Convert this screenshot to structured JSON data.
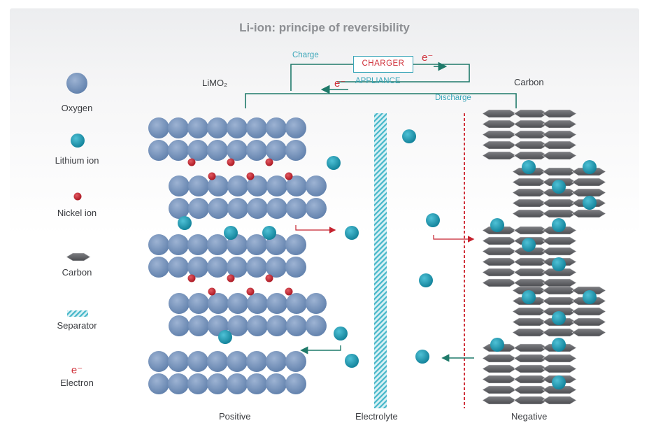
{
  "title": "Li-ion: principe of reversibility",
  "legend": [
    {
      "label": "Oxygen",
      "icon": "oxygen-atom-icon"
    },
    {
      "label": "Lithium ion",
      "icon": "lithium-ion-icon"
    },
    {
      "label": "Nickel ion",
      "icon": "nickel-ion-icon"
    },
    {
      "label": "Carbon",
      "icon": "carbon-hexagon-icon"
    },
    {
      "label": "Separator",
      "icon": "separator-hatch-icon"
    },
    {
      "label": "Electron",
      "icon": "electron-icon"
    }
  ],
  "electron_symbol": "e⁻",
  "circuit": {
    "charge_label": "Charge",
    "charger_label": "CHARGER",
    "appliance_label": "APPLIANCE",
    "discharge_label": "Discharge"
  },
  "electrodes": {
    "positive_material": "LiMO₂",
    "negative_material": "Carbon",
    "positive_label": "Positive",
    "electrolyte_label": "Electrolyte",
    "negative_label": "Negative"
  },
  "colors": {
    "oxygen": "#6d8db6",
    "lithium": "#1795ad",
    "nickel": "#c5222e",
    "carbon": "#5e5f63",
    "teal_line": "#1f7a6a",
    "electron": "#d0323b",
    "separator": "#46b7c9",
    "label_teal": "#3aa6b9"
  }
}
